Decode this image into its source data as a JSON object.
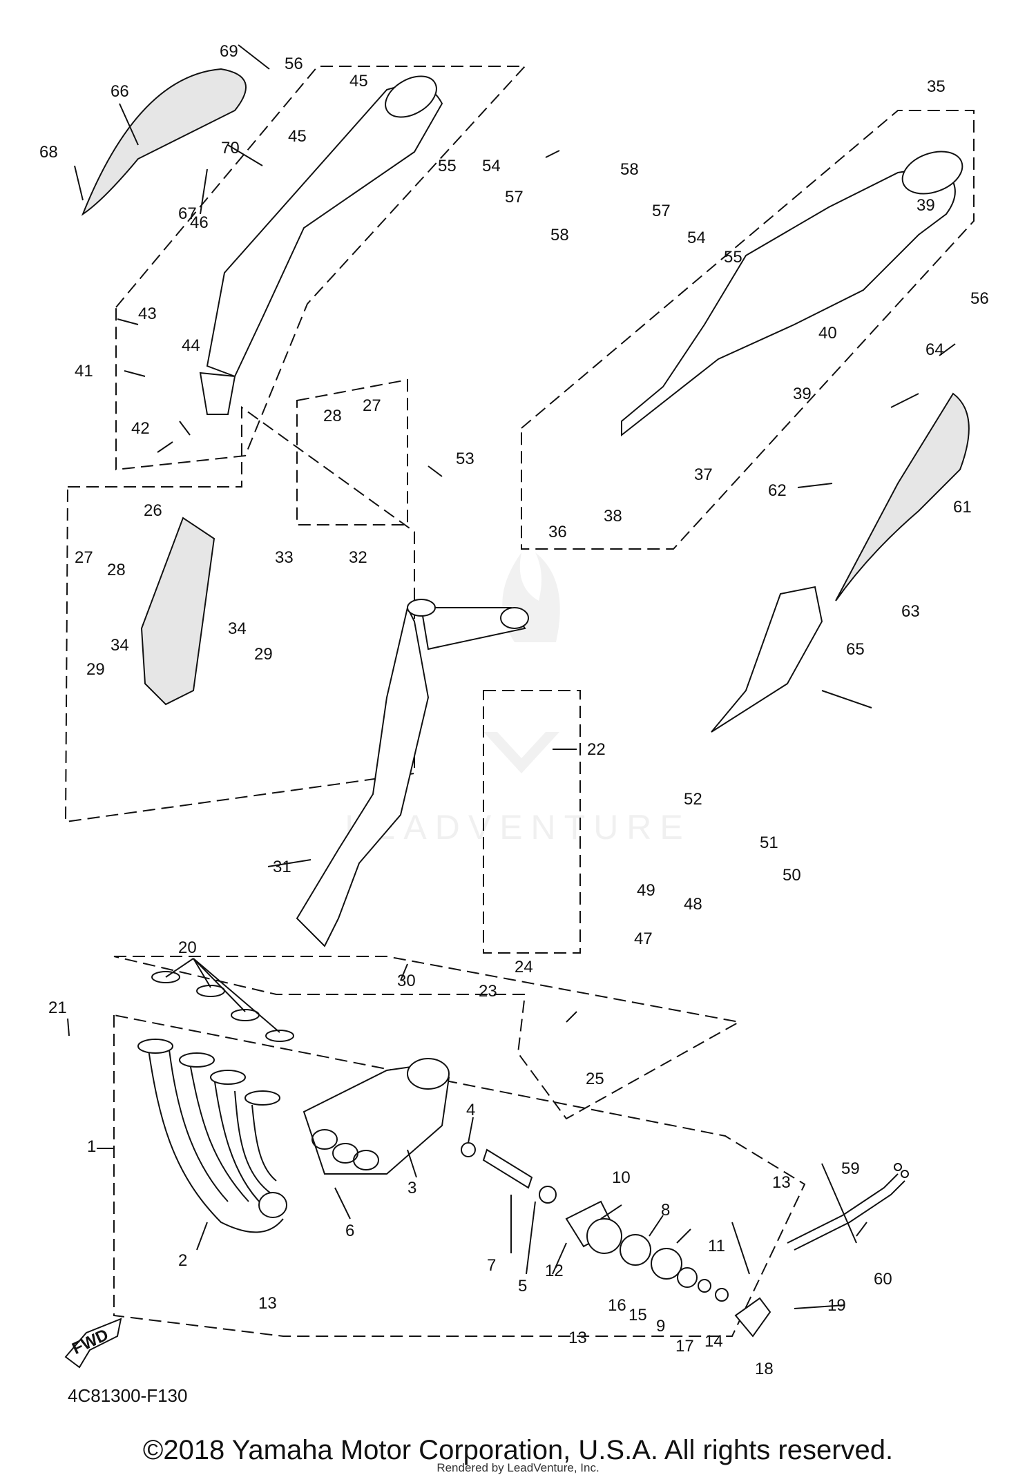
{
  "diagram_code": "4C81300-F130",
  "fwd_label": "FWD",
  "watermark": "LEADVENTURE",
  "copyright": "©2018 Yamaha Motor Corporation, U.S.A. All rights reserved.",
  "rendered_by": "Rendered by LeadVenture, Inc.",
  "callouts": [
    "1",
    "2",
    "3",
    "4",
    "5",
    "6",
    "7",
    "8",
    "9",
    "10",
    "11",
    "12",
    "13",
    "13",
    "13",
    "13",
    "14",
    "15",
    "16",
    "17",
    "18",
    "19",
    "20",
    "21",
    "22",
    "23",
    "24",
    "25",
    "26",
    "27",
    "27",
    "28",
    "28",
    "29",
    "29",
    "30",
    "31",
    "32",
    "33",
    "34",
    "34",
    "35",
    "36",
    "37",
    "38",
    "39",
    "39",
    "40",
    "41",
    "42",
    "43",
    "44",
    "45",
    "45",
    "46",
    "47",
    "48",
    "49",
    "50",
    "51",
    "52",
    "53",
    "54",
    "54",
    "55",
    "55",
    "56",
    "56",
    "57",
    "57",
    "58",
    "58",
    "59",
    "60",
    "61",
    "62",
    "63",
    "64",
    "65",
    "66",
    "67",
    "68",
    "69",
    "70"
  ]
}
